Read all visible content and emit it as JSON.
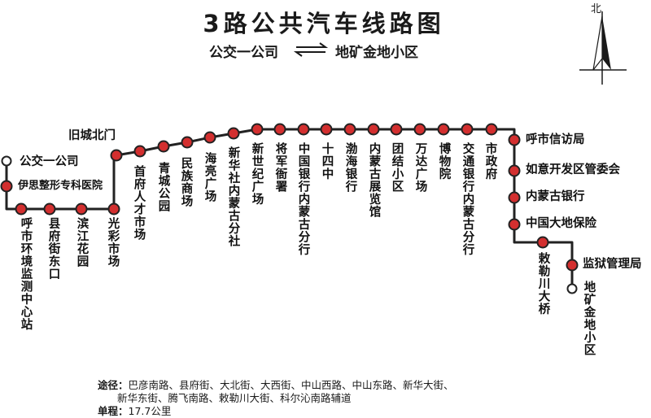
{
  "title": "3路公共汽车线路图",
  "direction": {
    "from": "公交一公司",
    "to": "地矿金地小区",
    "arrow_icon": "bidirectional-arrow-icon"
  },
  "compass": {
    "label": "北",
    "icon": "north-arrow-icon"
  },
  "colors": {
    "route_line": "#222222",
    "stop_fill": "#d32f2f",
    "terminal_fill": "#ffffff"
  },
  "stops": [
    {
      "name": "公交一公司",
      "terminal": true
    },
    {
      "name": "伊思整形专科医院",
      "terminal": false
    },
    {
      "name": "呼市环境监测中心站",
      "terminal": false
    },
    {
      "name": "县府街东口",
      "terminal": false
    },
    {
      "name": "滨江花园",
      "terminal": false
    },
    {
      "name": "光彩市场",
      "terminal": false
    },
    {
      "name": "旧城北门",
      "terminal": false
    },
    {
      "name": "首府人才市场",
      "terminal": false
    },
    {
      "name": "青城公园",
      "terminal": false
    },
    {
      "name": "民族商场",
      "terminal": false
    },
    {
      "name": "海亮广场",
      "terminal": false
    },
    {
      "name": "新华社内蒙古分社",
      "terminal": false
    },
    {
      "name": "新世纪广场",
      "terminal": false
    },
    {
      "name": "将军衙署",
      "terminal": false
    },
    {
      "name": "中国银行内蒙古分行",
      "terminal": false
    },
    {
      "name": "十四中",
      "terminal": false
    },
    {
      "name": "渤海银行",
      "terminal": false
    },
    {
      "name": "内蒙古展览馆",
      "terminal": false
    },
    {
      "name": "团结小区",
      "terminal": false
    },
    {
      "name": "万达广场",
      "terminal": false
    },
    {
      "name": "博物院",
      "terminal": false
    },
    {
      "name": "交通银行内蒙古分行",
      "terminal": false
    },
    {
      "name": "市政府",
      "terminal": false
    },
    {
      "name": "呼市信访局",
      "terminal": false
    },
    {
      "name": "如意开发区管委会",
      "terminal": false
    },
    {
      "name": "内蒙古银行",
      "terminal": false
    },
    {
      "name": "中国大地保险",
      "terminal": false
    },
    {
      "name": "敕勒川大桥",
      "terminal": false
    },
    {
      "name": "监狱管理局",
      "terminal": false
    },
    {
      "name": "地矿金地小区",
      "terminal": true
    }
  ],
  "footer": {
    "via_label": "途径：",
    "via_line1": "巴彦南路、县府街、大北街、大西街、中山西路、中山东路、新华大街、",
    "via_line2": "新华东街、腾飞南路、敕勒川大街、科尔沁南路辅道",
    "distance_label": "单程：",
    "distance_value": "17.7公里"
  }
}
